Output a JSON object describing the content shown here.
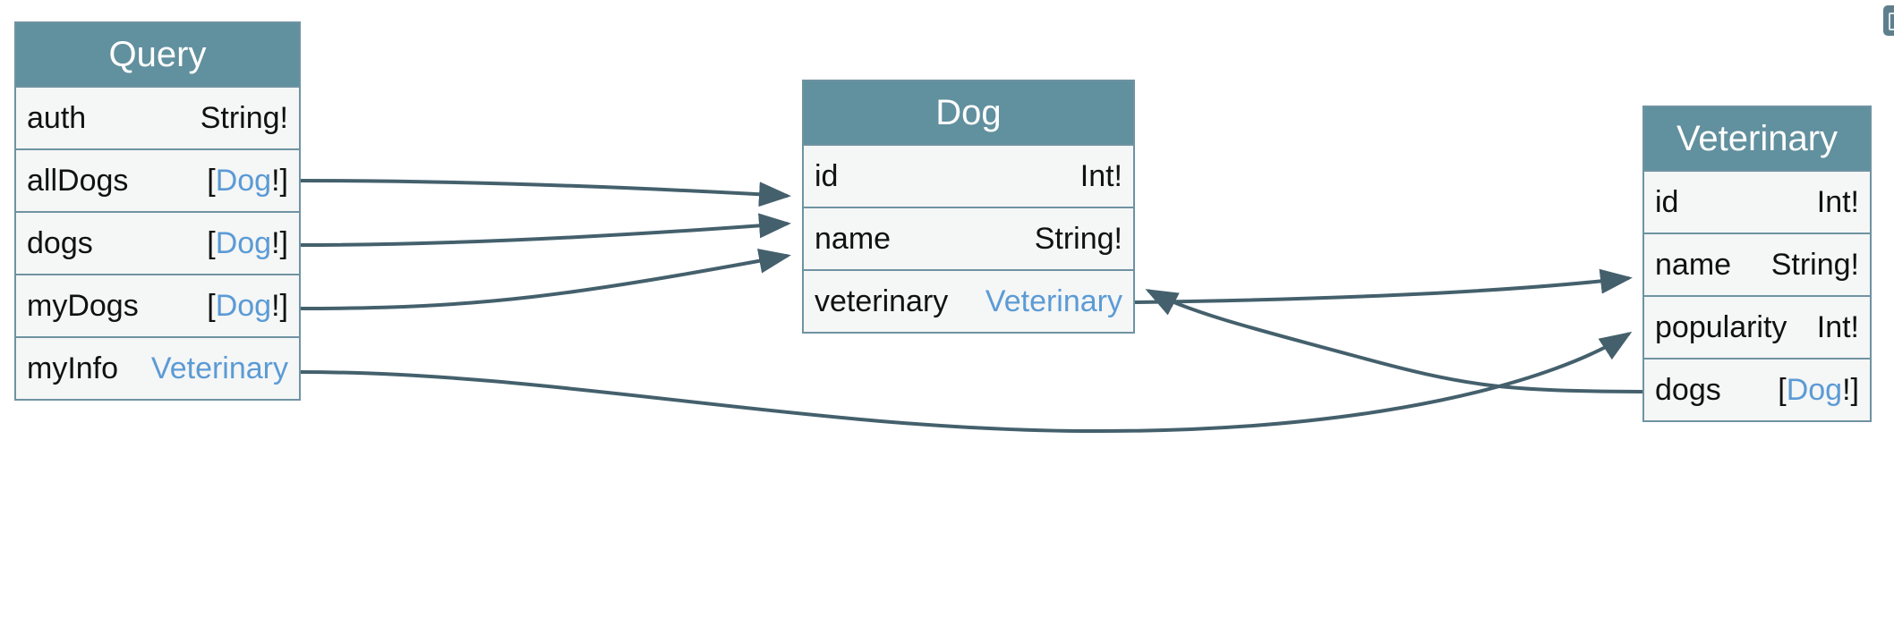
{
  "types": [
    {
      "name": "Query",
      "fields": [
        {
          "name": "auth",
          "type": "String!"
        },
        {
          "name": "allDogs",
          "list": true,
          "ref": "Dog",
          "suffix": "!"
        },
        {
          "name": "dogs",
          "list": true,
          "ref": "Dog",
          "suffix": "!"
        },
        {
          "name": "myDogs",
          "list": true,
          "ref": "Dog",
          "suffix": "!"
        },
        {
          "name": "myInfo",
          "ref": "Veterinary"
        }
      ]
    },
    {
      "name": "Dog",
      "fields": [
        {
          "name": "id",
          "type": "Int!"
        },
        {
          "name": "name",
          "type": "String!"
        },
        {
          "name": "veterinary",
          "ref": "Veterinary"
        }
      ]
    },
    {
      "name": "Veterinary",
      "fields": [
        {
          "name": "id",
          "type": "Int!"
        },
        {
          "name": "name",
          "type": "String!"
        },
        {
          "name": "popularity",
          "type": "Int!"
        },
        {
          "name": "dogs",
          "list": true,
          "ref": "Dog",
          "suffix": "!"
        }
      ]
    }
  ],
  "relations": [
    {
      "from": "Query.allDogs",
      "to": "Dog"
    },
    {
      "from": "Query.dogs",
      "to": "Dog"
    },
    {
      "from": "Query.myDogs",
      "to": "Dog"
    },
    {
      "from": "Query.myInfo",
      "to": "Veterinary"
    },
    {
      "from": "Dog.veterinary",
      "to": "Veterinary"
    },
    {
      "from": "Veterinary.dogs",
      "to": "Dog"
    }
  ],
  "colors": {
    "header": "#61909e",
    "border": "#6f93a2",
    "body": "#f5f6f6",
    "reference": "#5b9bd5",
    "edge": "#44606c"
  }
}
